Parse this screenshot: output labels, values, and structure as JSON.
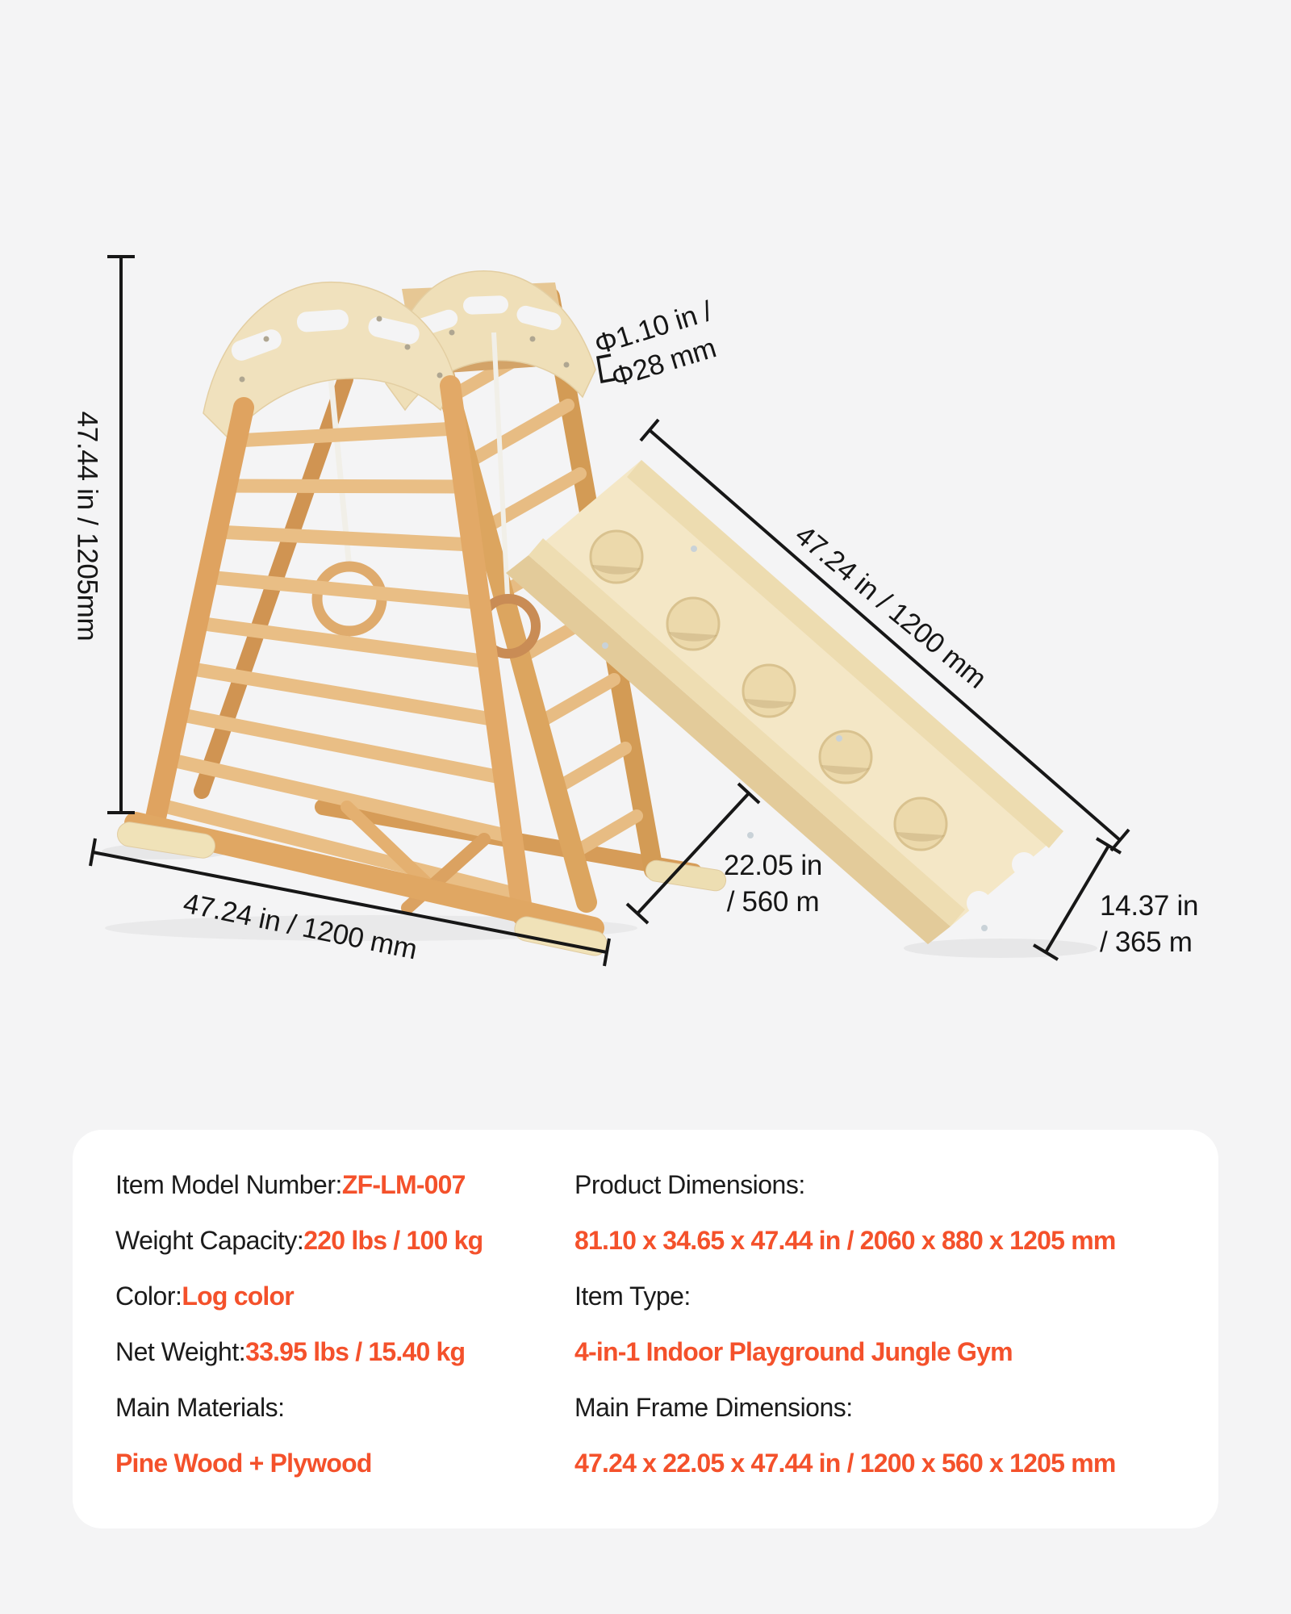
{
  "colors": {
    "page_bg": "#F4F4F5",
    "card_bg": "#FFFFFF",
    "text": "#1B1B1B",
    "accent": "#F4512B"
  },
  "annotations": {
    "height_label": "47.44 in / 1205mm",
    "rung_diameter_line1": "Φ1.10 in /",
    "rung_diameter_line2": "Φ28 mm",
    "slide_length_label": "47.24 in / 1200 mm",
    "base_length_label": "47.24 in / 1200 mm",
    "depth_line1": "22.05 in",
    "depth_line2": "/ 560 m",
    "slide_width_line1": "14.37 in",
    "slide_width_line2": "/ 365 m"
  },
  "spec_card": {
    "left_rows": [
      {
        "label": "Item Model Number: ",
        "value": "ZF-LM-007"
      },
      {
        "label": "Weight Capacity: ",
        "value": "220 lbs / 100 kg"
      },
      {
        "label": "Color: ",
        "value": "Log color"
      },
      {
        "label": "Net Weight: ",
        "value": "33.95 lbs / 15.40 kg"
      },
      {
        "label": "Main Materials:",
        "value": ""
      },
      {
        "label": "",
        "value": "Pine Wood + Plywood"
      }
    ],
    "right_rows": [
      {
        "label": "Product Dimensions:",
        "value": ""
      },
      {
        "label": "",
        "value": "81.10 x 34.65 x 47.44 in / 2060 x 880 x 1205 mm"
      },
      {
        "label": "Item Type:",
        "value": ""
      },
      {
        "label": "",
        "value": "4-in-1 Indoor Playground Jungle Gym"
      },
      {
        "label": "Main Frame Dimensions:",
        "value": ""
      },
      {
        "label": "",
        "value": "47.24 x 22.05 x 47.44 in / 1200 x 560 x 1205 mm"
      }
    ]
  }
}
